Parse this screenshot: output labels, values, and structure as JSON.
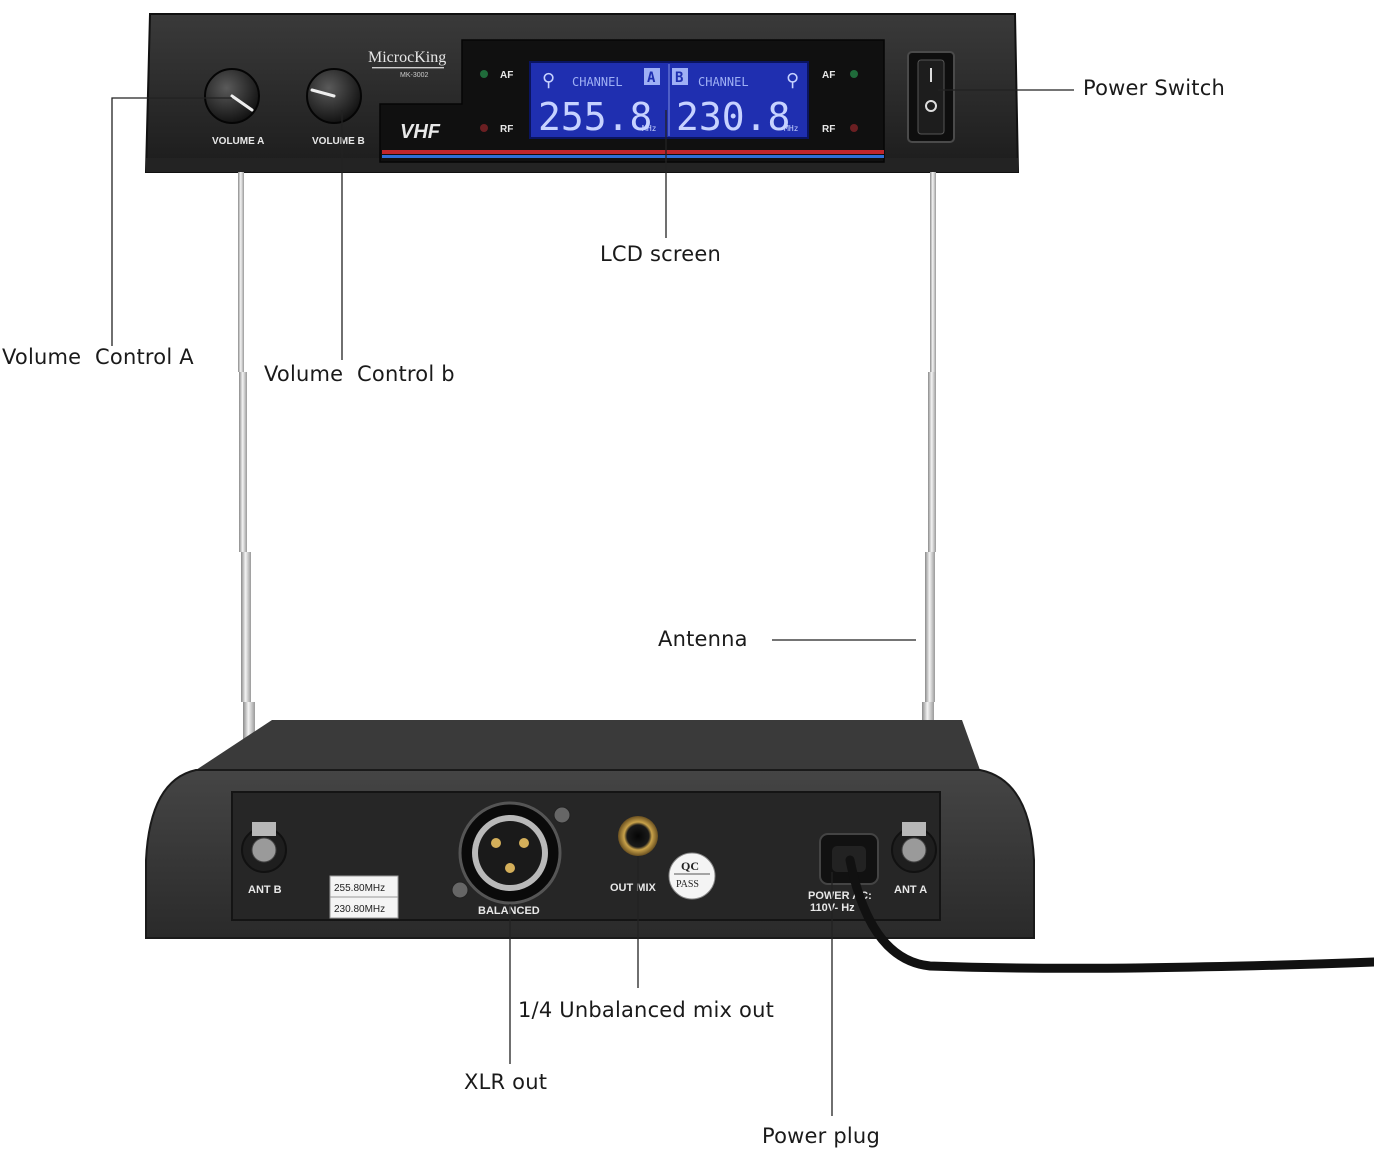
{
  "device": {
    "brand": "MicrocKing",
    "model": "MK-3002",
    "band": "VHF",
    "knob_a_label": "VOLUME A",
    "knob_b_label": "VOLUME B",
    "af_label": "AF",
    "rf_label": "RF",
    "lcd": {
      "channel_word": "CHANNEL",
      "channel_a": "A",
      "channel_b": "B",
      "freq_a": "255.8",
      "freq_b": "230.8",
      "unit": "MHz"
    },
    "rear": {
      "ant_b": "ANT B",
      "ant_a": "ANT A",
      "freq_sticker_1": "255.80MHz",
      "freq_sticker_2": "230.80MHz",
      "balanced": "BALANCED",
      "out_mix": "OUT  MIX",
      "qc": "QC",
      "pass": "PASS",
      "power_line1": "POWER  AC:",
      "power_line2": "110V-  Hz"
    }
  },
  "callouts": {
    "power_switch": "Power Switch",
    "lcd_screen": "LCD screen",
    "volume_a": "Volume  Control A",
    "volume_b": "Volume  Control b",
    "antenna": "Antenna",
    "unbalanced": "1/4 Unbalanced mix out",
    "xlr": "XLR out",
    "power_plug": "Power plug"
  },
  "colors": {
    "body": "#2b2b2b",
    "lcd_bg": "#1f2fb0",
    "lcd_text": "#c7d2ff",
    "accent_red": "#c0262b",
    "accent_blue": "#2f6fd6"
  }
}
